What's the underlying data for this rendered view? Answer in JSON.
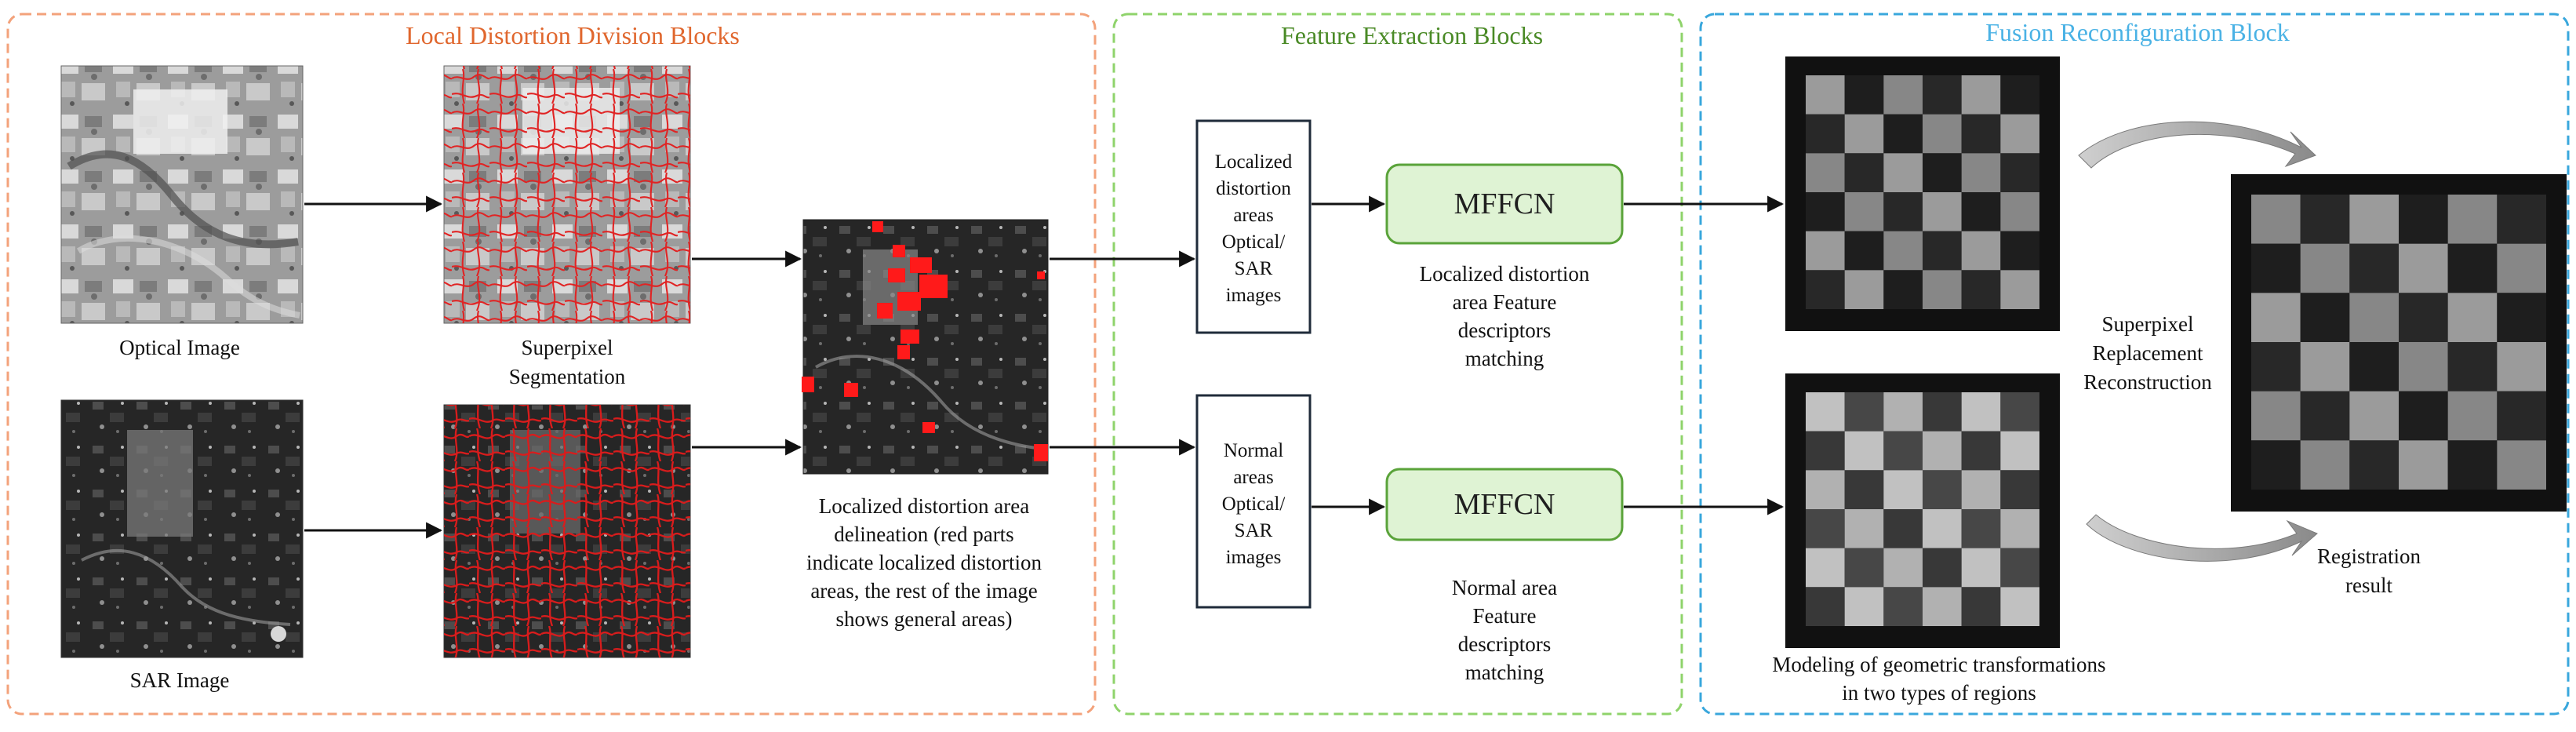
{
  "colors": {
    "local_block": "#f3a27b",
    "feature_block": "#8fd36b",
    "fusion_block": "#39a7dc",
    "local_title": "#e0672e",
    "feature_title": "#4a8a26",
    "fusion_title": "#4ab2e5",
    "mffcn_fill": "#dff3d4",
    "mffcn_stroke": "#5aa33a",
    "distortion_red": "#ff1a1a",
    "superpixel_red": "#e02424",
    "process_box": "#1f2b3a"
  },
  "groups": {
    "local": {
      "title": "Local Distortion Division Blocks"
    },
    "feature": {
      "title": "Feature Extraction Blocks"
    },
    "fusion": {
      "title": "Fusion Reconfiguration Block"
    }
  },
  "captions": {
    "optical": "Optical Image",
    "sar": "SAR Image",
    "superpixel": [
      "Superpixel",
      "Segmentation"
    ],
    "delineation": [
      "Localized distortion area",
      "delineation (red parts",
      "indicate localized distortion",
      "areas, the rest of the image",
      "shows general areas)"
    ],
    "loc_desc": [
      "Localized distortion",
      "area  Feature",
      "descriptors",
      "matching"
    ],
    "norm_desc": [
      "Normal area",
      "Feature",
      "descriptors",
      "matching"
    ],
    "replacement": [
      "Superpixel",
      "Replacement",
      "Reconstruction"
    ],
    "registration": [
      "Registration",
      "result"
    ],
    "modeling": [
      "Modeling of geometric transformations",
      "in two types of regions"
    ]
  },
  "boxes": {
    "loc_input": [
      "Localized",
      "distortion",
      "areas",
      "Optical/",
      "SAR",
      "images"
    ],
    "norm_input": [
      "Normal",
      "areas",
      "Optical/",
      "SAR",
      "images"
    ],
    "mffcn_top": "MFFCN",
    "mffcn_bottom": "MFFCN"
  },
  "icons": {
    "optical_image": "optical-image-icon",
    "sar_image": "sar-image-icon",
    "checkerboard": "checkerboard-icon",
    "curved_arrow": "curved-arrow-icon"
  }
}
